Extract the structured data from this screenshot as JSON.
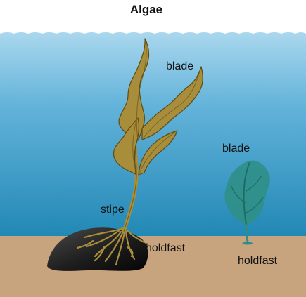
{
  "title": "Algae",
  "labels": {
    "kelp_blade": "blade",
    "kelp_stipe": "stipe",
    "kelp_holdfast": "holdfast",
    "small_blade": "blade",
    "small_holdfast": "holdfast"
  },
  "colors": {
    "water_top": "#9fd1ea",
    "water_bottom": "#1f86b3",
    "seafloor": "#c7a47d",
    "kelp": "#a88d3a",
    "kelp_outline": "#5e4b12",
    "small_alga": "#2f8f88",
    "rock": "#1e1e1e"
  }
}
